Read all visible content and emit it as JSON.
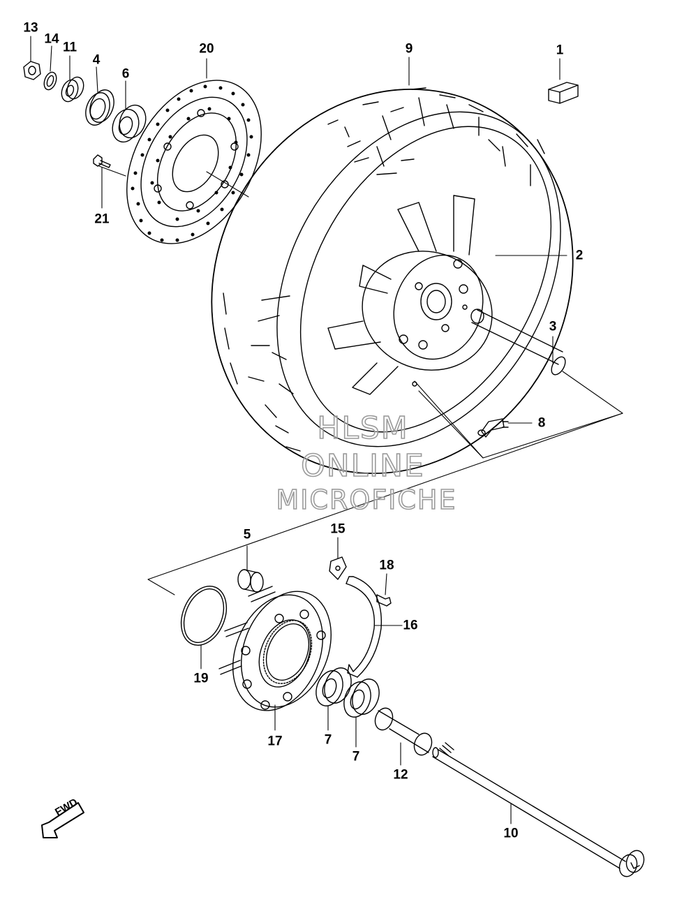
{
  "callouts": {
    "c1": "1",
    "c2": "2",
    "c3": "3",
    "c4": "4",
    "c5": "5",
    "c6": "6",
    "c7a": "7",
    "c7b": "7",
    "c8": "8",
    "c9": "9",
    "c10": "10",
    "c11": "11",
    "c12": "12",
    "c13": "13",
    "c14": "14",
    "c15": "15",
    "c16": "16",
    "c17": "17",
    "c18": "18",
    "c19": "19",
    "c20": "20",
    "c21": "21"
  },
  "watermark": {
    "line1": "HLSM",
    "line2": "ONLINE",
    "line3": "MICROFICHE"
  },
  "fwd_label": "FWD",
  "parts": [
    "brake-disc",
    "tire",
    "wheel-rim",
    "hub-spacer",
    "valve",
    "cap",
    "bearing",
    "seal",
    "spacer",
    "hub-carrier",
    "sensor-ring",
    "o-ring",
    "axle",
    "collar",
    "nut",
    "washer",
    "bolt",
    "clip",
    "retaining-bracket"
  ]
}
